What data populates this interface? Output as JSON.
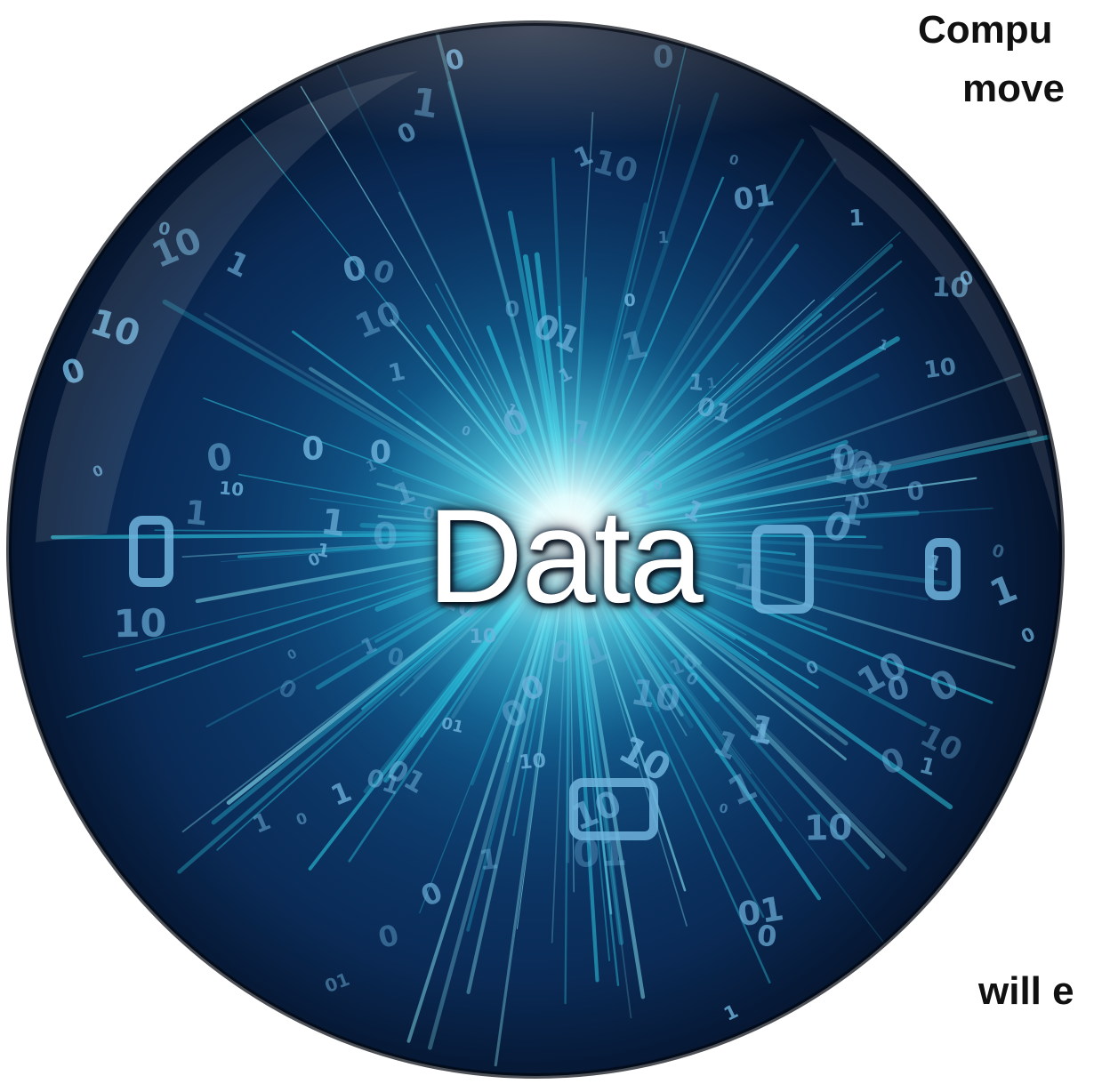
{
  "caption": {
    "line_top_1": "Compu",
    "line_top_2": "move",
    "line_bottom": "will e"
  },
  "sphere": {
    "label": "Data"
  },
  "colors": {
    "background": "#ffffff",
    "sphere_dark": "#05142e",
    "sphere_mid": "#0b3a66",
    "burst_core": "#e8ffff",
    "burst_cyan": "#29c6e0",
    "glyph_blue": "#6fb4dd",
    "text": "#111111"
  }
}
